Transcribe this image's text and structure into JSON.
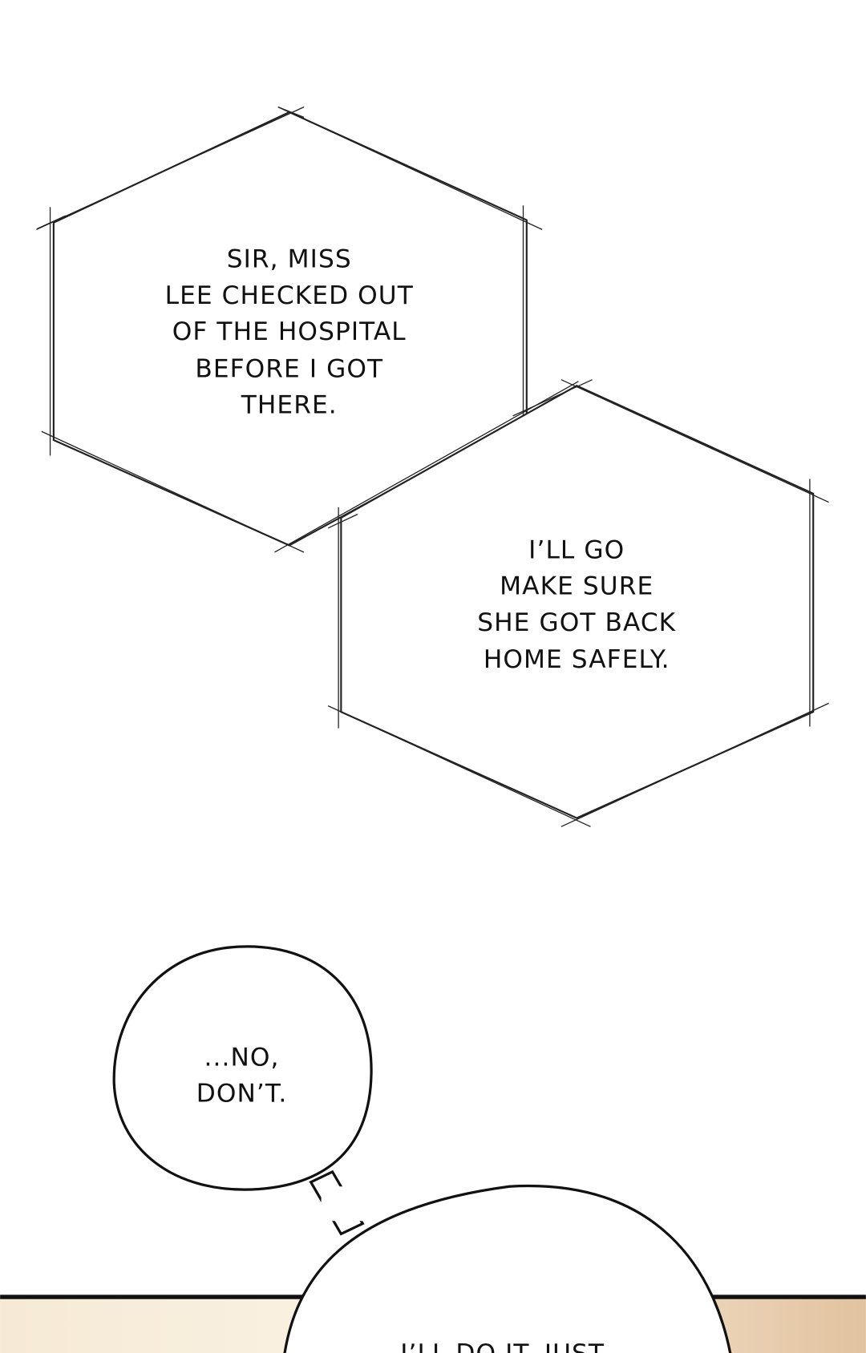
{
  "bubbles": {
    "hex1": {
      "lines": [
        "SIR, MISS",
        "LEE CHECKED OUT",
        "OF THE HOSPITAL",
        "BEFORE I GOT",
        "THERE."
      ]
    },
    "hex2": {
      "lines": [
        "I’LL GO",
        "MAKE SURE",
        "SHE GOT BACK",
        "HOME SAFELY."
      ]
    },
    "round": {
      "lines": [
        "...NO,",
        "DON’T."
      ]
    },
    "big": {
      "lines": [
        "I’LL DO IT. JUST"
      ]
    }
  },
  "colors": {
    "panel_beige": "#f3e3c8",
    "panel_beige_right": "#e3c3a0",
    "line": "#111111"
  }
}
